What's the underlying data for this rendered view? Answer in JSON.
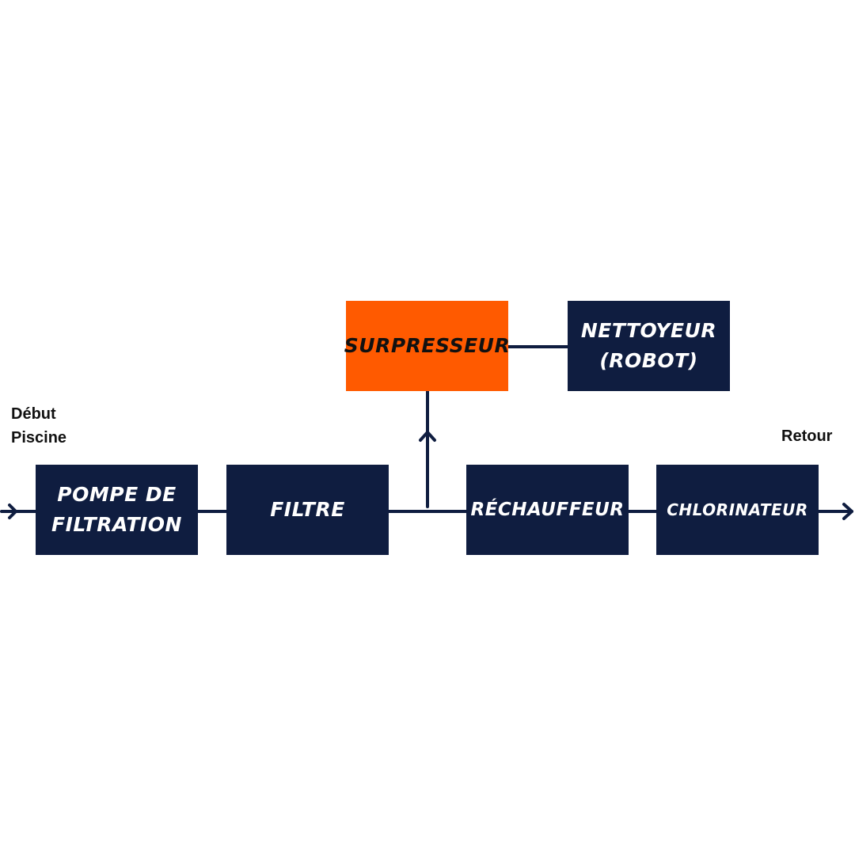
{
  "colors": {
    "box_fill": "#0f1d40",
    "box_text": "#ffffff",
    "highlight_fill": "#ff5a00",
    "highlight_text": "#111111",
    "line": "#0f1d40"
  },
  "labels": {
    "start": "Début\nPiscine",
    "end": "Retour"
  },
  "boxes": {
    "pompe": "POMPE DE\nFILTRATION",
    "filtre": "FILTRE",
    "surpresseur": "SURPRESSEUR",
    "nettoyeur": "NETTOYEUR\n(ROBOT)",
    "rechauffeur": "RÉCHAUFFEUR",
    "chlorinateur": "CHLORINATEUR"
  }
}
